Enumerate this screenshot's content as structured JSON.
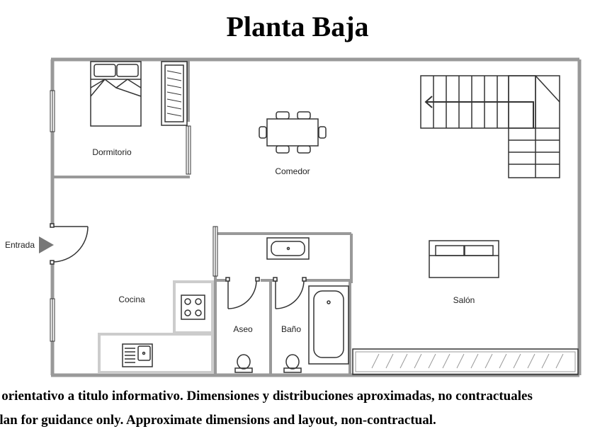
{
  "title": "Planta Baja",
  "rooms": {
    "dormitorio": "Dormitorio",
    "comedor": "Comedor",
    "entrada": "Entrada",
    "cocina": "Cocina",
    "aseo": "Aseo",
    "bano": "Baño",
    "salon": "Salón"
  },
  "disclaimer": {
    "es": "o orientativo a titulo informativo. Dimensiones y distribuciones aproximadas, no contractuales",
    "en": "r plan for guidance only. Approximate dimensions and layout, non-contractual."
  },
  "colors": {
    "wall": "#999999",
    "fixture_stroke": "#333333",
    "counter": "#cccccc",
    "entry_arrow": "#777777"
  }
}
